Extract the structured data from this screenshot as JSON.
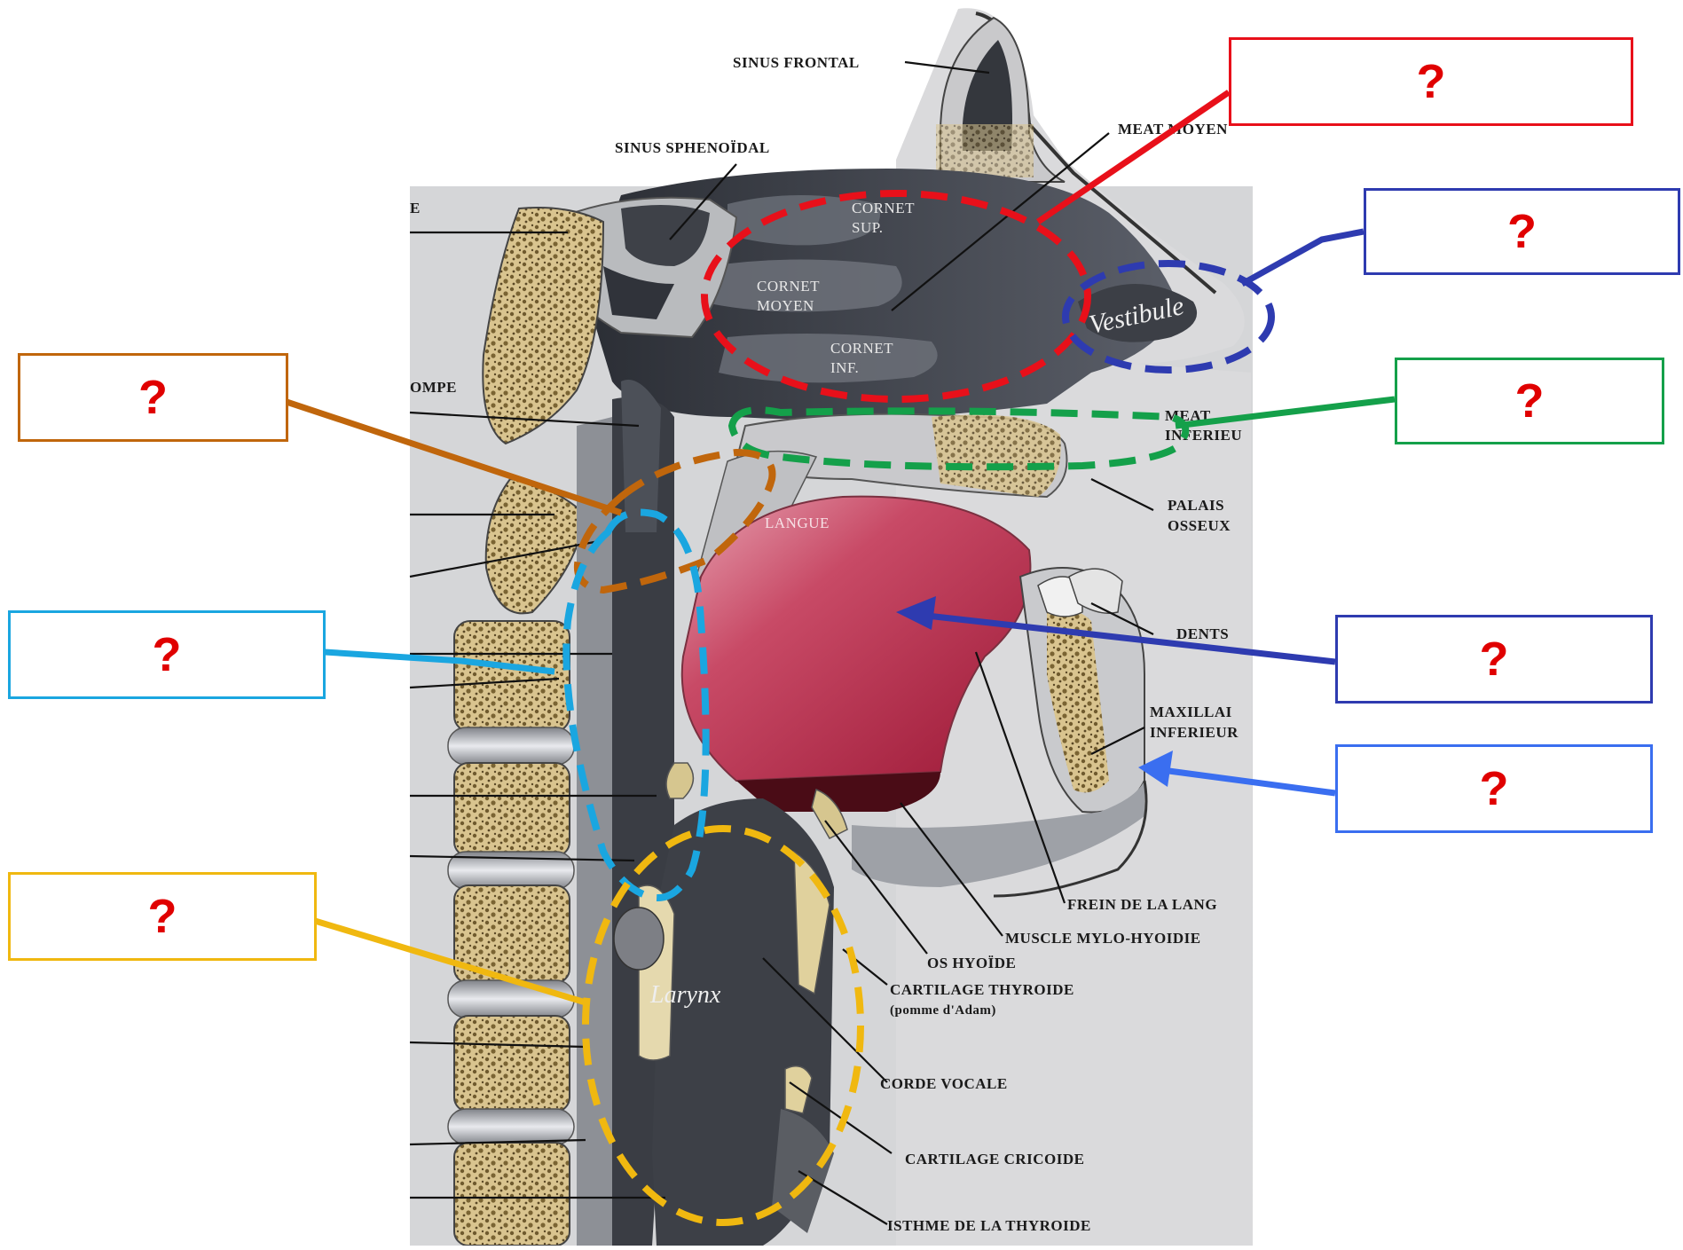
{
  "labels": {
    "sinus_frontal": "SINUS FRONTAL",
    "sinus_sphenoidal": "SINUS SPHENOÏDAL",
    "meat_moyen": "MEAT MOYEN",
    "cornet_sup_1": "CORNET",
    "cornet_sup_2": "SUP.",
    "cornet_moyen_1": "CORNET",
    "cornet_moyen_2": "MOYEN",
    "cornet_inf_1": "CORNET",
    "cornet_inf_2": "INF.",
    "vestibule": "Vestibule",
    "trompe": "OMPE",
    "meat_inferieur_1": "MEAT",
    "meat_inferieur_2": "INFERIEU",
    "palais_osseux_1": "PALAIS",
    "palais_osseux_2": "OSSEUX",
    "langue": "LANGUE",
    "dents": "DENTS",
    "maxillaire_1": "MAXILLAI",
    "maxillaire_2": "INFERIEUR",
    "frein": "FREIN DE LA LANG",
    "mylo": "MUSCLE MYLO-HYOIDIE",
    "os_hyoide": "OS HYOÏDE",
    "cartilage_thyroide_1": "CARTILAGE THYROIDE",
    "cartilage_thyroide_2": "(pomme d'Adam)",
    "larynx": "Larynx",
    "corde_vocale": "CORDE VOCALE",
    "cartilage_cricoide": "CARTILAGE CRICOIDE",
    "isthme": "ISTHME DE LA THYROIDE",
    "edge_e": "E"
  },
  "question_boxes": [
    {
      "id": "q-red",
      "text": "?",
      "color": "#e8101a"
    },
    {
      "id": "q-navy",
      "text": "?",
      "color": "#2e3bb0"
    },
    {
      "id": "q-green",
      "text": "?",
      "color": "#14a04a"
    },
    {
      "id": "q-orange",
      "text": "?",
      "color": "#c0660c"
    },
    {
      "id": "q-cyan",
      "text": "?",
      "color": "#1aa6e0"
    },
    {
      "id": "q-indigo",
      "text": "?",
      "color": "#2e3bb0"
    },
    {
      "id": "q-blue",
      "text": "?",
      "color": "#3a6ef0"
    },
    {
      "id": "q-yellow",
      "text": "?",
      "color": "#f0b810"
    }
  ]
}
